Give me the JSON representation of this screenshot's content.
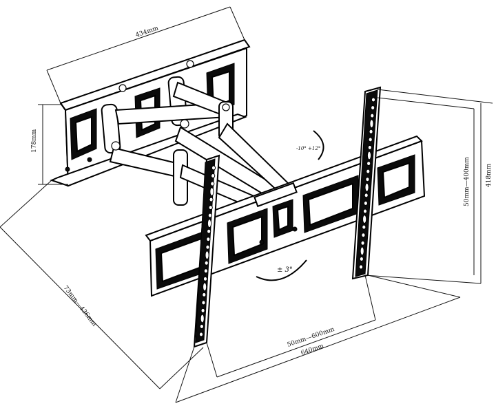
{
  "labels": {
    "wall_plate_width": "434mm",
    "wall_plate_height": "178mm",
    "arm_extension": "73mm—436mm",
    "tilt": "-10° +12°",
    "rotation": "± 3°",
    "vesa_vertical": "50mm—400mm",
    "overall_height": "418mm",
    "vesa_horizontal": "50mm—600mm",
    "overall_width": "640mm"
  }
}
